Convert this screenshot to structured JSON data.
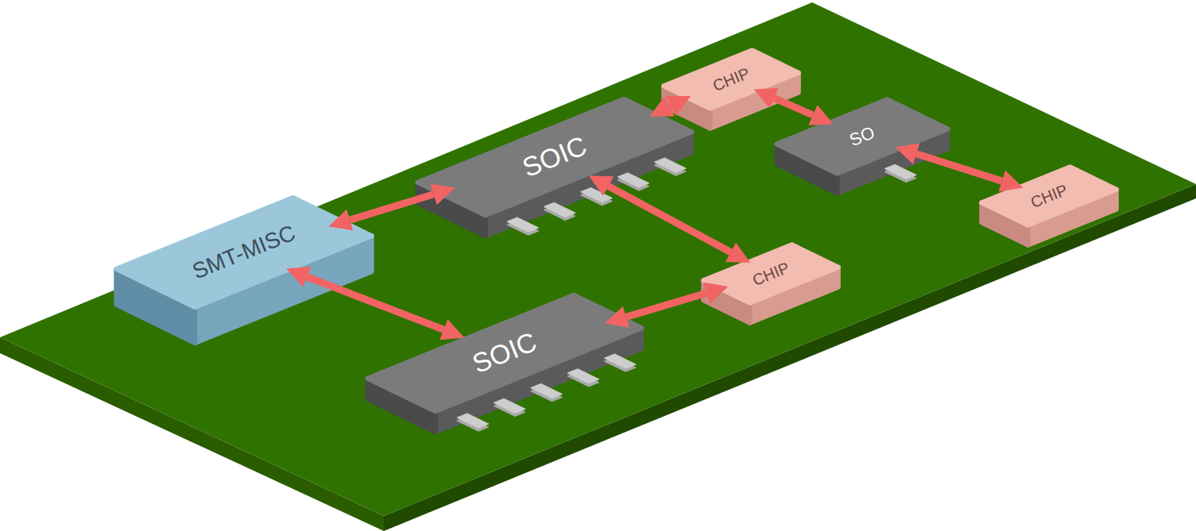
{
  "diagram": {
    "nodes": [
      {
        "text": [
          "CHIP"
        ]
      },
      {
        "text": [
          "SOIC"
        ]
      },
      {
        "text": [
          "SO"
        ]
      },
      {
        "text": [
          "CHIP"
        ]
      },
      {
        "text": [
          "SMT-MISC"
        ]
      },
      {
        "text": [
          "CHIP"
        ]
      },
      {
        "text": [
          "SOIC"
        ]
      }
    ],
    "edges": [
      {
        "from": 1,
        "to": 4,
        "arrow": "both"
      },
      {
        "from": 1,
        "to": 0,
        "arrow": "both"
      },
      {
        "from": 0,
        "to": 2,
        "arrow": "both"
      },
      {
        "from": 2,
        "to": 3,
        "arrow": "both"
      },
      {
        "from": 1,
        "to": 5,
        "arrow": "both"
      },
      {
        "from": 5,
        "to": 6,
        "arrow": "both"
      },
      {
        "from": 4,
        "to": 6,
        "arrow": "both"
      }
    ]
  }
}
